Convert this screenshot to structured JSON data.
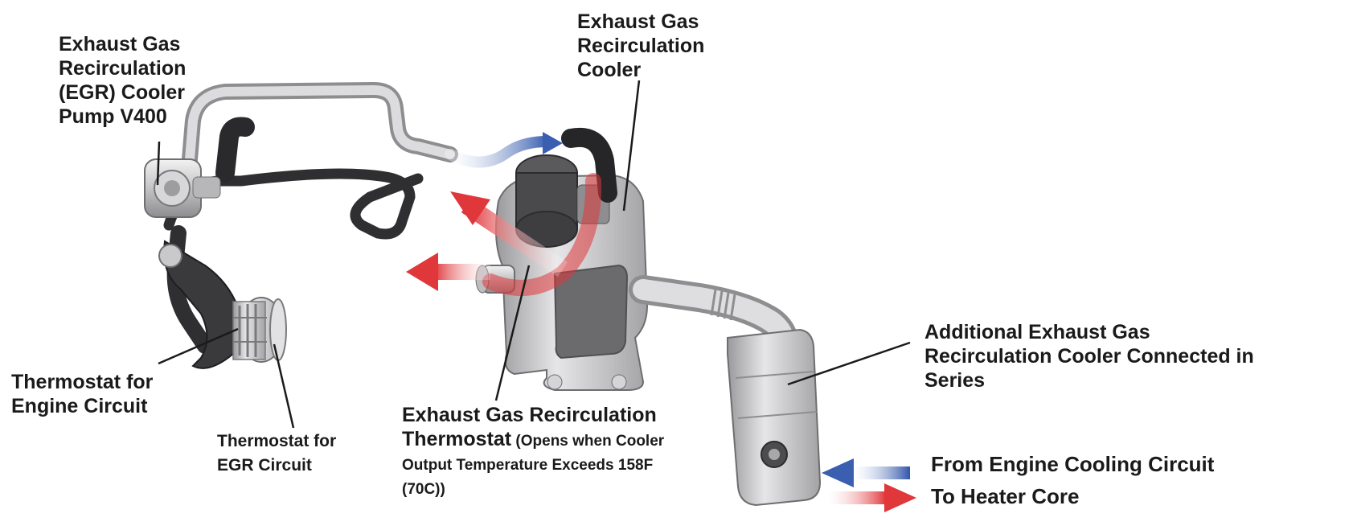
{
  "labels": {
    "pump": [
      "Exhaust Gas",
      "Recirculation",
      "(EGR) Cooler",
      "Pump V400"
    ],
    "cooler": [
      "Exhaust Gas",
      "Recirculation",
      "Cooler"
    ],
    "thermostat_engine": [
      "Thermostat for",
      "Engine Circuit"
    ],
    "thermostat_egr": [
      "Thermostat for",
      "EGR Circuit"
    ],
    "egr_thermostat": {
      "title": "Exhaust Gas Recirculation",
      "line2_bold": "Thermostat",
      "line2_note": " (Opens when Cooler",
      "line3": "Output Temperature Exceeds 158F",
      "line4": "(70C))"
    },
    "additional_cooler": [
      "Additional Exhaust Gas",
      "Recirculation Cooler Connected in",
      "Series"
    ]
  },
  "legend": {
    "from_engine": "From Engine Cooling Circuit",
    "to_heater": "To Heater Core"
  },
  "colors": {
    "cold_flow": "#3a5fb0",
    "hot_flow": "#e0373b",
    "metal": "#c9c9cb",
    "hose": "#3a3a3a",
    "text": "#1a1a1a"
  }
}
